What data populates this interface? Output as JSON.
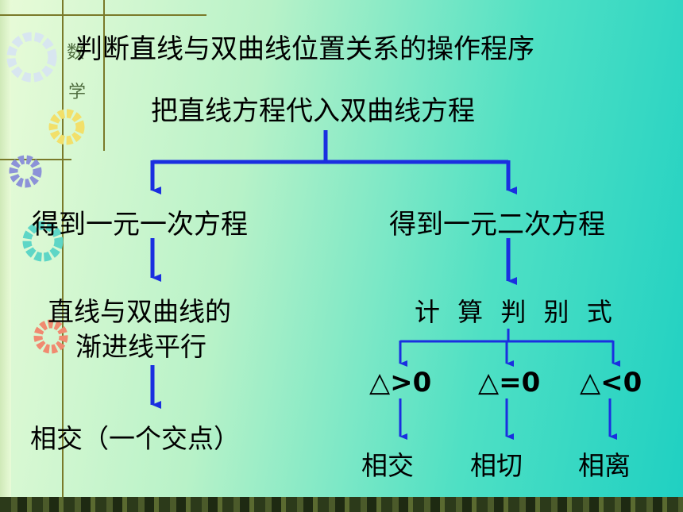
{
  "title": "判断直线与双曲线位置关系的操作程序",
  "side_labels": [
    "数",
    "学"
  ],
  "nodes": {
    "top": "把直线方程代入双曲线方程",
    "left": "得到一元一次方程",
    "right": "得到一元二次方程",
    "parallel_line1": "直线与双曲线的",
    "parallel_line2": "渐进线平行",
    "result_left": "相交（一个交点）",
    "discriminant": "计 算 判 别 式"
  },
  "conditions": [
    "△>0",
    "△=0",
    "△<0"
  ],
  "results": [
    "相交",
    "相切",
    "相离"
  ],
  "colors": {
    "arrow": "#1a2fe0",
    "text": "#000000",
    "bg_left": "#e9fbd8",
    "bg_right": "#1fd0c2"
  }
}
